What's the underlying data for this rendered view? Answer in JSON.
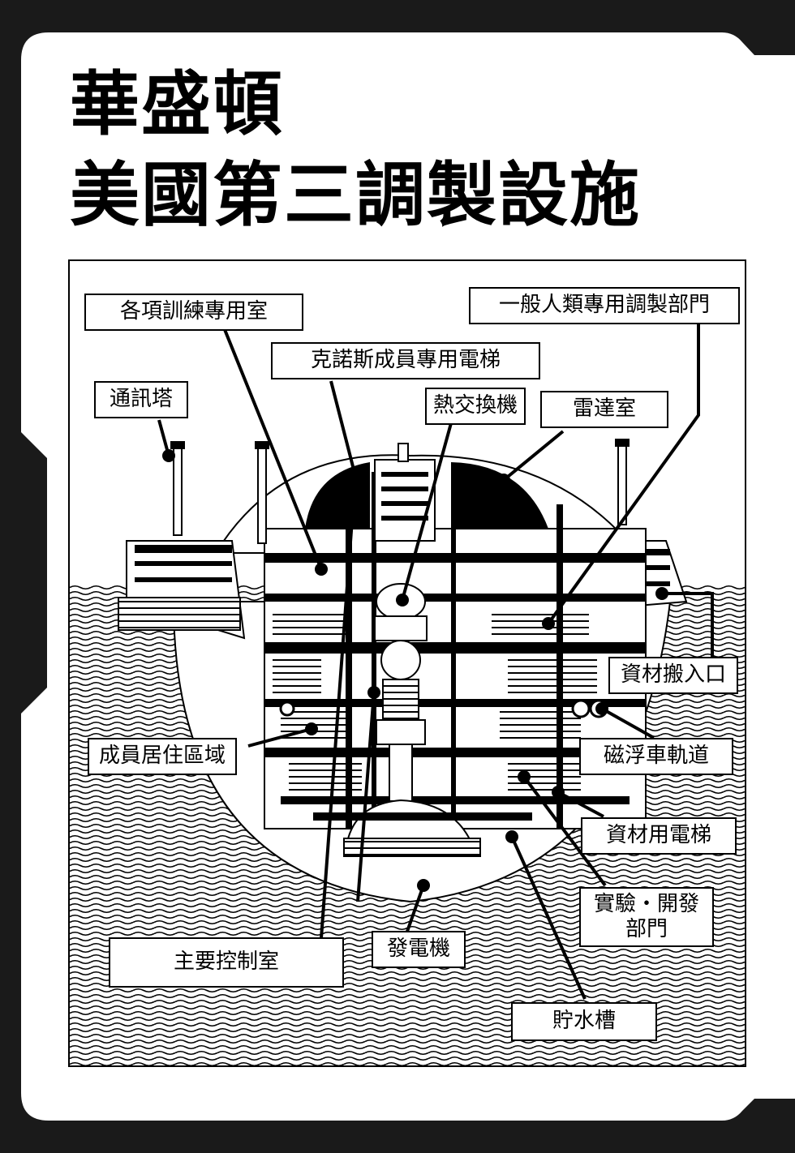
{
  "title": {
    "line1": "華盛頓",
    "line2": "美國第三調製設施"
  },
  "labels": {
    "training_rooms": "各項訓練專用室",
    "human_modulation": "一般人類專用調製部門",
    "knorth_elevator": "克諾斯成員專用電梯",
    "comm_tower": "通訊塔",
    "heat_exchanger": "熱交換機",
    "radar_room": "雷達室",
    "material_entrance": "資材搬入口",
    "crew_quarters": "成員居住區域",
    "maglev_track": "磁浮車軌道",
    "material_elevator": "資材用電梯",
    "rnd_line1": "實驗・開發",
    "rnd_line2": "部門",
    "generator": "發電機",
    "main_control": "主要控制室",
    "water_tank": "貯水槽"
  },
  "colors": {
    "ink": "#000000",
    "paper": "#ffffff",
    "border": "#1a1a1a"
  }
}
